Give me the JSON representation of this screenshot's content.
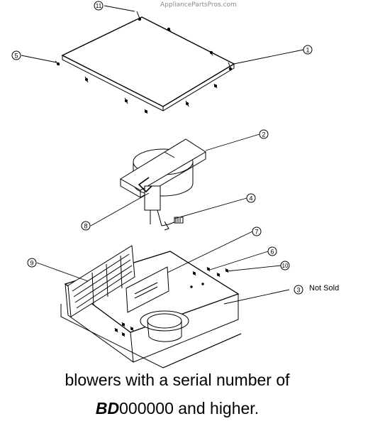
{
  "watermark": "AppliancePartsPros.com",
  "callouts": [
    {
      "num": "11"
    },
    {
      "num": "5"
    },
    {
      "num": "1"
    },
    {
      "num": "2"
    },
    {
      "num": "4"
    },
    {
      "num": "8"
    },
    {
      "num": "7"
    },
    {
      "num": "6"
    },
    {
      "num": "9"
    },
    {
      "num": "10"
    },
    {
      "num": "3"
    }
  ],
  "not_sold_note": "Not Sold",
  "caption": {
    "line1": "blowers with a serial number of",
    "line2_bold": "BD",
    "line2_rest": "000000 and higher."
  }
}
